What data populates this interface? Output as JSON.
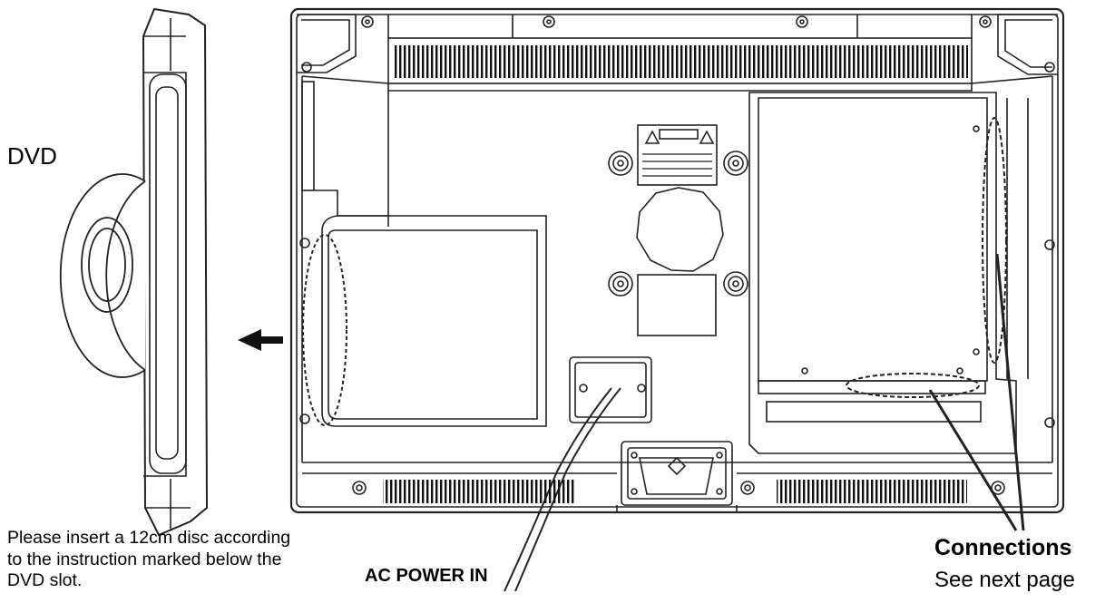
{
  "labels": {
    "dvd": "DVD",
    "disc_note": "Please insert a 12cm disc according to the instruction marked below the DVD slot.",
    "ac_power": "AC POWER IN",
    "connections_title": "Connections",
    "connections_sub": "See next page"
  },
  "colors": {
    "line": "#222222",
    "background": "#ffffff"
  }
}
